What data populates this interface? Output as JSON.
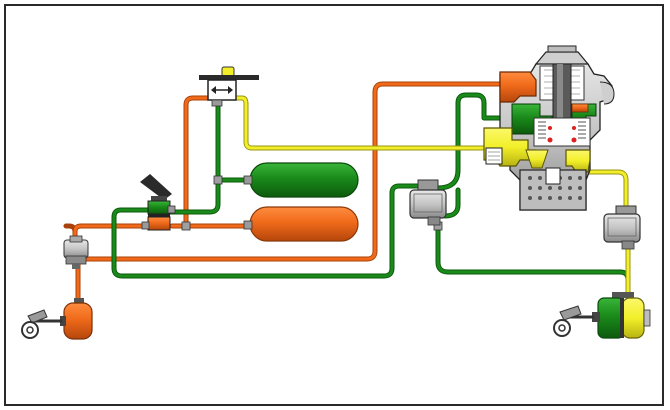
{
  "diagram": {
    "colors": {
      "green": "#1a8a1a",
      "green_dark": "#0b5a0b",
      "orange": "#f06a1a",
      "orange_dark": "#a8420a",
      "yellow": "#f2ef2a",
      "yellow_dark": "#9a9410",
      "gray": "#c4c4c4",
      "gray_dark": "#6a6a6a",
      "outline": "#1c1c1c",
      "frame": "#2a2a2a"
    },
    "components": [
      "green-reservoir",
      "orange-reservoir",
      "brake-pedal-valve",
      "hand-control-valve",
      "relay-valve-left",
      "relay-valve-center",
      "relay-valve-right",
      "orange-brake-chamber",
      "spring-brake-chamber",
      "trailer-control-valve"
    ]
  }
}
